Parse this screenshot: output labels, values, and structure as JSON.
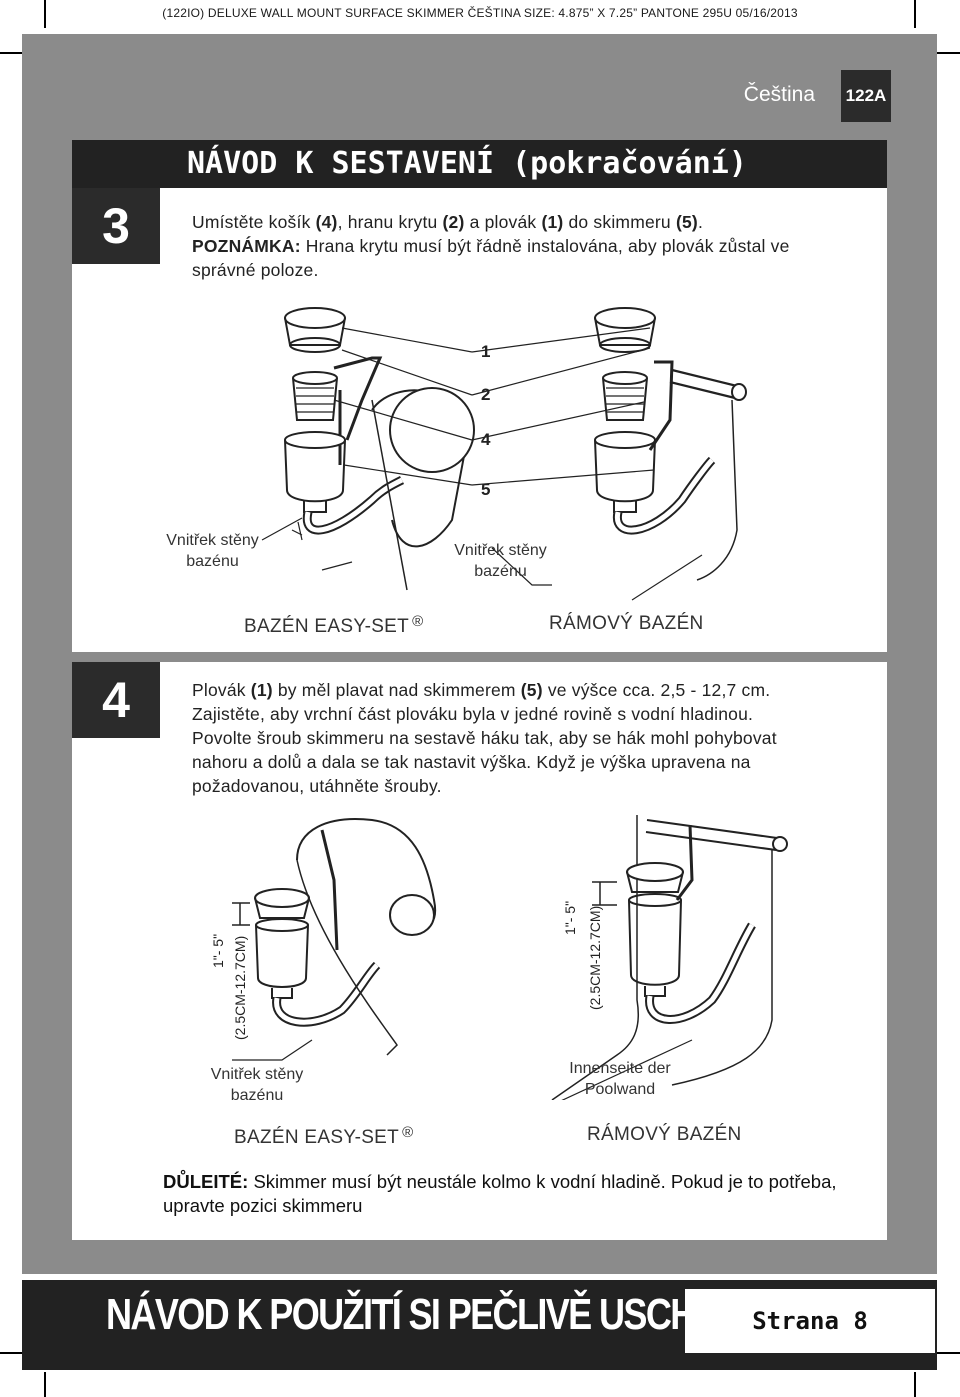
{
  "print_header": "(122IO)  DELUXE WALL MOUNT SURFACE SKIMMER  ČEŠTINA SIZE: 4.875” X 7.25”  PANTONE 295U  05/16/2013",
  "language": "Čeština",
  "page_code": "122A",
  "title": "NÁVOD K SESTAVENÍ (pokračování)",
  "step3": {
    "number": "3",
    "line1_pre": "Umístěte košík ",
    "line1_b1": "(4)",
    "line1_mid1": ", hranu krytu ",
    "line1_b2": "(2)",
    "line1_mid2": " a plovák ",
    "line1_b3": "(1)",
    "line1_mid3": " do skimmeru ",
    "line1_b4": "(5)",
    "line1_end": ".",
    "note_label": "POZNÁMKA:",
    "note_text": " Hrana krytu musí být řádně instalována, aby plovák zůstal ve správné poloze.",
    "labels": {
      "n1": "1",
      "n2": "2",
      "n4": "4",
      "n5": "5",
      "wall_left_1": "Vnitřek stěny",
      "wall_left_2": "bazénu",
      "wall_right_1": "Vnitřek stěny",
      "wall_right_2": "bazénu",
      "caption_left": "BAZÉN EASY-SET",
      "caption_left_mark": "®",
      "caption_right": "RÁMOVÝ BAZÉN"
    }
  },
  "step4": {
    "number": "4",
    "t1": "Plovák ",
    "b1": "(1)",
    "t2": " by měl plavat nad skimmerem ",
    "b2": "(5)",
    "t3": " ve výšce cca. 2,5 - 12,7 cm. Zajistěte, aby vrchní část plováku byla v jedné rovině s vodní hladinou. Povolte šroub skimmeru na sestavě háku tak, aby se hák mohl pohybovat nahoru a dolů a dala se tak nastavit výška. Když je výška upravena na požadovanou, utáhněte šrouby.",
    "labels": {
      "range_in_left": "1\"- 5\"",
      "range_cm_left": "(2.5CM-12.7CM)",
      "range_in_right": "1\"- 5\"",
      "range_cm_right": "(2.5CM-12.7CM)",
      "wall_left_1": "Vnitřek stěny",
      "wall_left_2": "bazénu",
      "wall_right_1": "Innenseite der",
      "wall_right_2": "Poolwand",
      "caption_left": "BAZÉN EASY-SET",
      "caption_left_mark": "®",
      "caption_right": "RÁMOVÝ BAZÉN"
    }
  },
  "important_label": "DŮLEITÉ:",
  "important_text": " Skimmer musí být neustále kolmo k vodní hladině. Pokud je to potřeba, upravte pozici skimmeru",
  "footer_title": "NÁVOD K POUŽITÍ SI PEČLIVĚ USCHOVEJTE",
  "footer_page": "Strana 8"
}
